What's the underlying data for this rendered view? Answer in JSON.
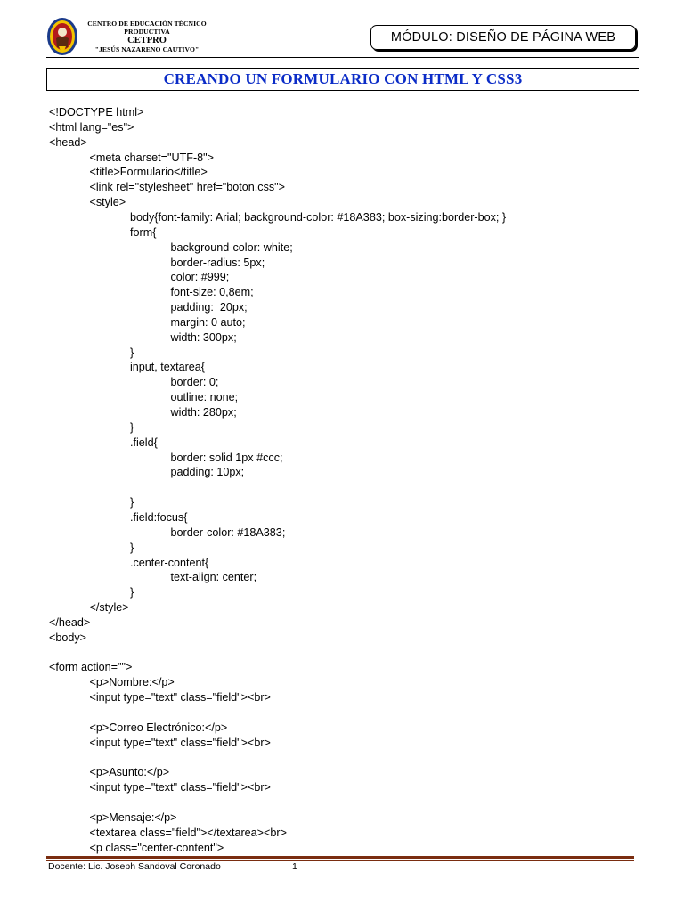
{
  "header": {
    "institution_lines": [
      "CENTRO DE EDUCACIÓN TÉCNICO",
      "PRODUCTIVA",
      "CETPRO",
      "\"JESÚS NAZARENO CAUTIVO\""
    ],
    "module_label": "MÓDULO: DISEÑO DE PÁGINA WEB"
  },
  "title": "CREANDO UN FORMULARIO CON HTML Y CSS3",
  "code_lines": [
    {
      "indent": 0,
      "text": "<!DOCTYPE html>"
    },
    {
      "indent": 0,
      "text": "<html lang=\"es\">"
    },
    {
      "indent": 0,
      "text": "<head>"
    },
    {
      "indent": 1,
      "text": "<meta charset=\"UTF-8\">"
    },
    {
      "indent": 1,
      "text": "<title>Formulario</title>"
    },
    {
      "indent": 1,
      "text": "<link rel=\"stylesheet\" href=\"boton.css\">"
    },
    {
      "indent": 1,
      "text": "<style>"
    },
    {
      "indent": 2,
      "text": "body{font-family: Arial; background-color: #18A383; box-sizing:border-box; }"
    },
    {
      "indent": 2,
      "text": "form{"
    },
    {
      "indent": 3,
      "text": "background-color: white;"
    },
    {
      "indent": 3,
      "text": "border-radius: 5px;"
    },
    {
      "indent": 3,
      "text": "color: #999;"
    },
    {
      "indent": 3,
      "text": "font-size: 0,8em;"
    },
    {
      "indent": 3,
      "text": "padding:  20px;"
    },
    {
      "indent": 3,
      "text": "margin: 0 auto;"
    },
    {
      "indent": 3,
      "text": "width: 300px;"
    },
    {
      "indent": 2,
      "text": "}"
    },
    {
      "indent": 2,
      "text": "input, textarea{"
    },
    {
      "indent": 3,
      "text": "border: 0;"
    },
    {
      "indent": 3,
      "text": "outline: none;"
    },
    {
      "indent": 3,
      "text": "width: 280px;"
    },
    {
      "indent": 2,
      "text": "}"
    },
    {
      "indent": 2,
      "text": ".field{"
    },
    {
      "indent": 3,
      "text": "border: solid 1px #ccc;"
    },
    {
      "indent": 3,
      "text": "padding: 10px;"
    },
    {
      "indent": 0,
      "text": ""
    },
    {
      "indent": 2,
      "text": "}"
    },
    {
      "indent": 2,
      "text": ".field:focus{"
    },
    {
      "indent": 3,
      "text": "border-color: #18A383;"
    },
    {
      "indent": 2,
      "text": "}"
    },
    {
      "indent": 2,
      "text": ".center-content{"
    },
    {
      "indent": 3,
      "text": "text-align: center;"
    },
    {
      "indent": 2,
      "text": "}"
    },
    {
      "indent": 1,
      "text": "</style>"
    },
    {
      "indent": 0,
      "text": "</head>"
    },
    {
      "indent": 0,
      "text": "<body>"
    },
    {
      "indent": 0,
      "text": ""
    },
    {
      "indent": 0,
      "text": "<form action=\"\">"
    },
    {
      "indent": 1,
      "text": "<p>Nombre:</p>"
    },
    {
      "indent": 1,
      "text": "<input type=\"text\" class=\"field\"><br>"
    },
    {
      "indent": 0,
      "text": ""
    },
    {
      "indent": 1,
      "text": "<p>Correo Electrónico:</p>"
    },
    {
      "indent": 1,
      "text": "<input type=\"text\" class=\"field\"><br>"
    },
    {
      "indent": 0,
      "text": ""
    },
    {
      "indent": 1,
      "text": "<p>Asunto:</p>"
    },
    {
      "indent": 1,
      "text": "<input type=\"text\" class=\"field\"><br>"
    },
    {
      "indent": 0,
      "text": ""
    },
    {
      "indent": 1,
      "text": "<p>Mensaje:</p>"
    },
    {
      "indent": 1,
      "text": "<textarea class=\"field\"></textarea><br>"
    },
    {
      "indent": 1,
      "text": "<p class=\"center-content\">"
    }
  ],
  "footer": {
    "teacher": "Docente: Lic. Joseph Sandoval Coronado",
    "page_number": "1"
  }
}
